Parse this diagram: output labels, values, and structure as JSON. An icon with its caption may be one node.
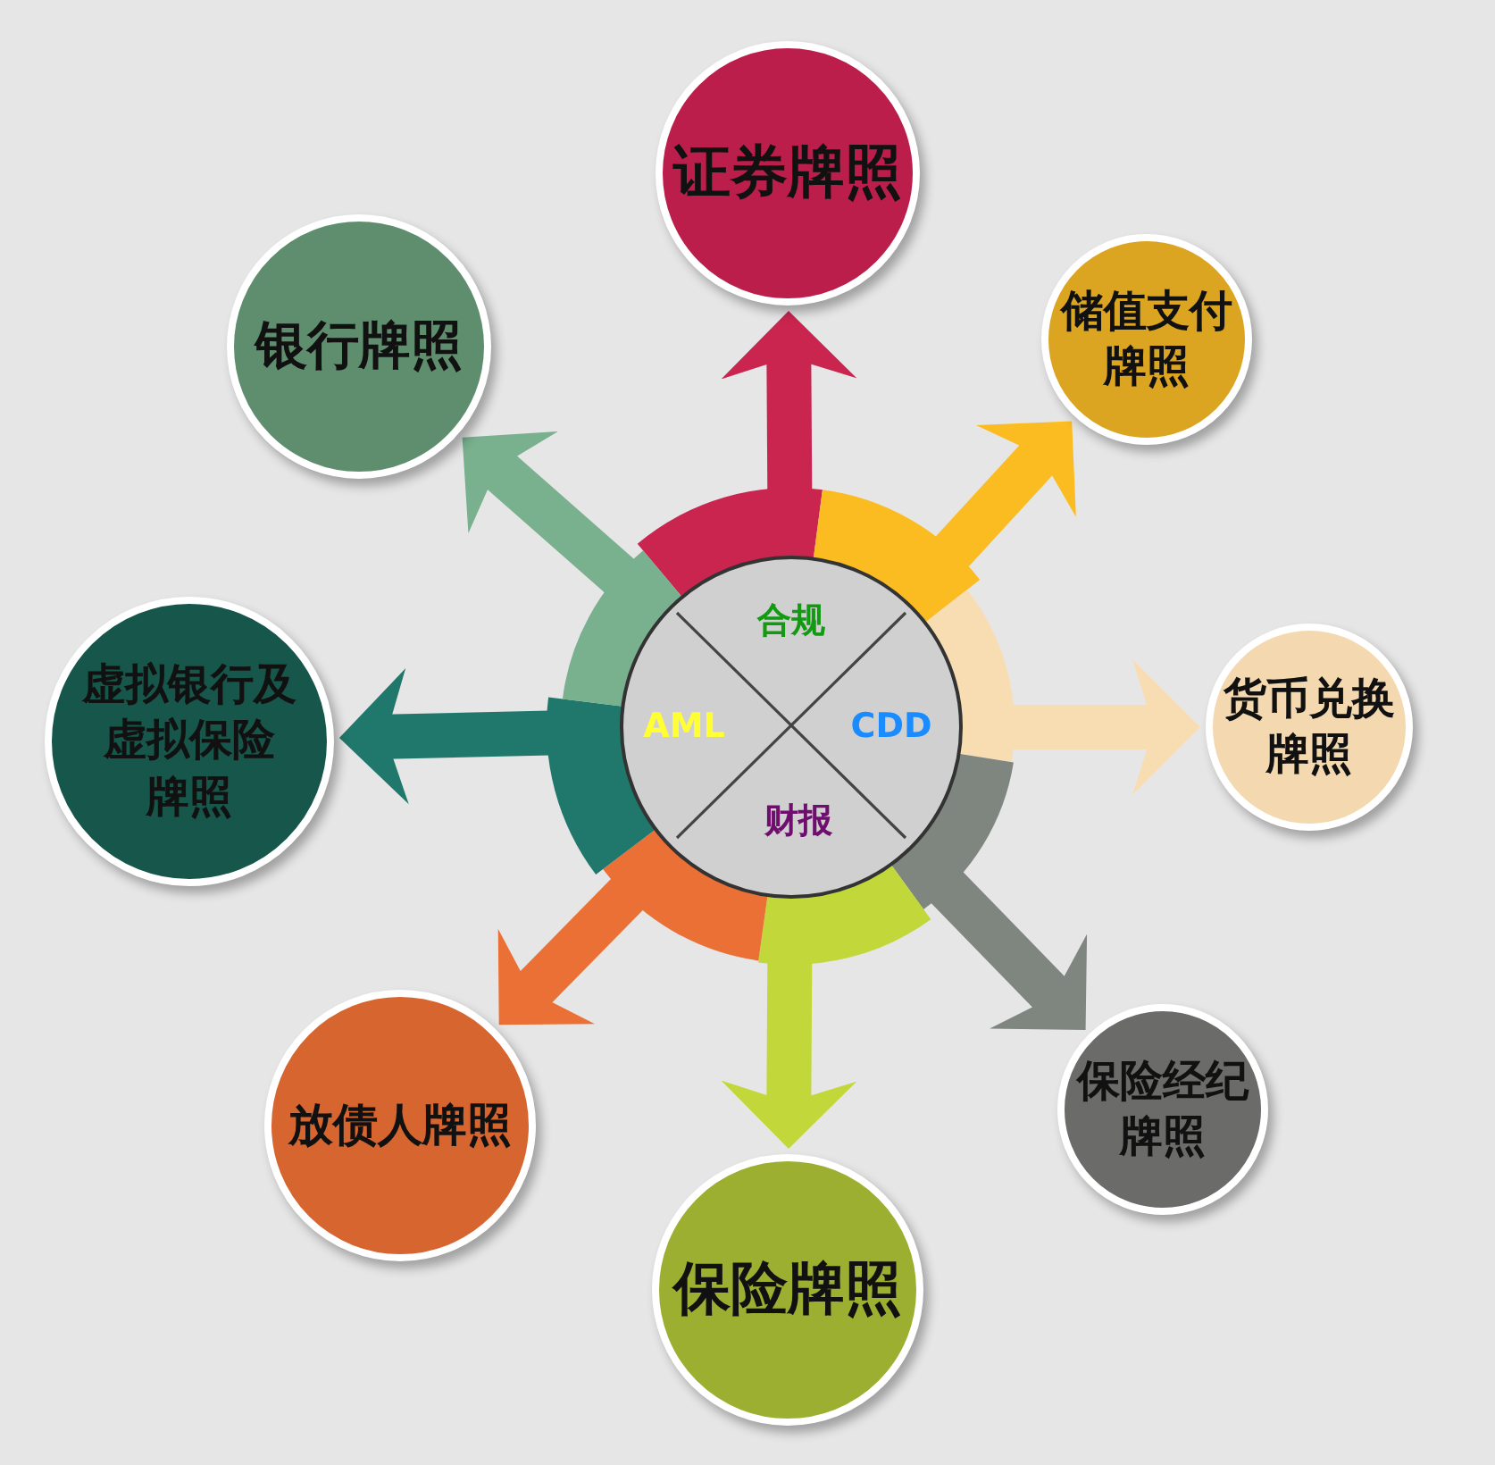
{
  "diagram": {
    "nodes": [
      {
        "text": [
          "合规",
          "AML",
          "CDD",
          "财报"
        ]
      },
      {
        "text": [],
        "shape": "arc"
      },
      {
        "text": [],
        "shape": "arc"
      },
      {
        "text": [],
        "shape": "arc"
      },
      {
        "text": [],
        "shape": "arc"
      },
      {
        "text": [],
        "shape": "arc"
      },
      {
        "text": [],
        "shape": "arc"
      },
      {
        "text": [],
        "shape": "arc"
      },
      {
        "text": [],
        "shape": "arc"
      },
      {
        "text": [
          "证券牌照"
        ]
      },
      {
        "text": [
          "储值支付牌照"
        ]
      },
      {
        "text": [
          "货币兑换牌照"
        ]
      },
      {
        "text": [
          "保险经纪牌照"
        ]
      },
      {
        "text": [
          "保险牌照"
        ]
      },
      {
        "text": [
          "放债人牌照"
        ]
      },
      {
        "text": [
          "虚拟银行及虚拟保险牌照"
        ]
      },
      {
        "text": [
          "银行牌照"
        ]
      }
    ],
    "edges": [
      {
        "from": 1,
        "to": 9,
        "arrow": "to",
        "color": "#c9254f"
      },
      {
        "from": 2,
        "to": 10,
        "arrow": "to",
        "color": "#fbbc22"
      },
      {
        "from": 3,
        "to": 11,
        "arrow": "to",
        "color": "#f9ddb2"
      },
      {
        "from": 4,
        "to": 12,
        "arrow": "to",
        "color": "#7f857f"
      },
      {
        "from": 5,
        "to": 13,
        "arrow": "to",
        "color": "#c2d83a"
      },
      {
        "from": 6,
        "to": 14,
        "arrow": "to",
        "color": "#ea7035"
      },
      {
        "from": 7,
        "to": 15,
        "arrow": "to",
        "color": "#1f786b"
      },
      {
        "from": 8,
        "to": 16,
        "arrow": "to",
        "color": "#79b08e"
      }
    ]
  }
}
